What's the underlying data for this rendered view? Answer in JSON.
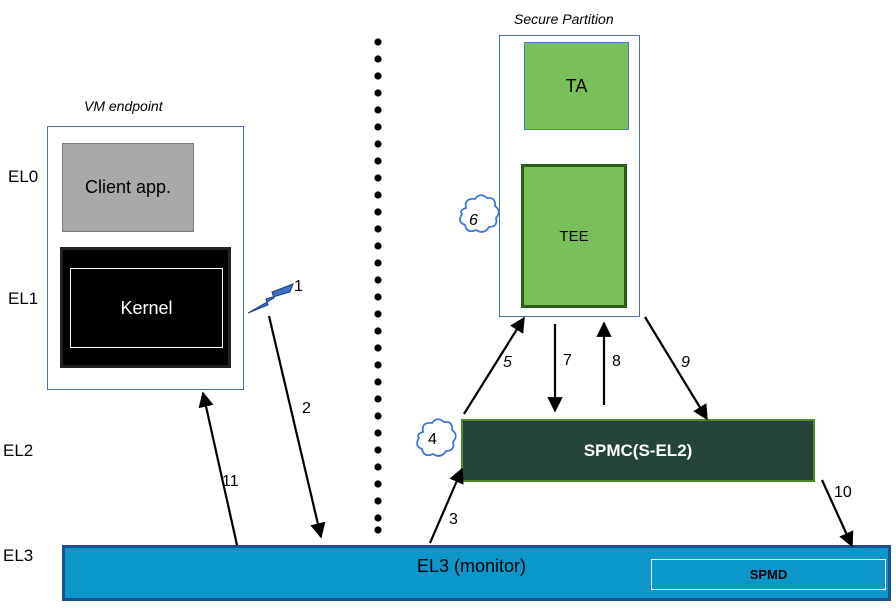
{
  "levels": {
    "el0": "EL0",
    "el1": "EL1",
    "el2": "EL2",
    "el3": "EL3"
  },
  "vm_endpoint": {
    "title": "VM endpoint",
    "client_app": "Client app.",
    "kernel": "Kernel"
  },
  "secure_partition": {
    "title": "Secure Partition",
    "ta": "TA",
    "tee": "TEE"
  },
  "spmc": {
    "label": "SPMC(S-EL2)"
  },
  "el3_monitor": {
    "label": "EL3 (monitor)",
    "spmd": "SPMD"
  },
  "steps": {
    "s1": "1",
    "s2": "2",
    "s3": "3",
    "s4": "4",
    "s5": "5",
    "s6": "6",
    "s7": "7",
    "s8": "8",
    "s9": "9",
    "s10": "10",
    "s11": "11"
  },
  "colors": {
    "vm_border": "#4a6fa5",
    "client_app_fill": "#a9a9a9",
    "kernel_fill": "#000000",
    "ta_fill": "#77c05a",
    "tee_fill": "#77c05a",
    "tee_border": "#2e5a1c",
    "spmc_fill": "#26433a",
    "el3_fill": "#0b97c9",
    "el3_border": "#1e4f8f",
    "cloud_stroke": "#3e77d6",
    "lightning_fill": "#3e6fc4"
  },
  "icons": {
    "interrupt": "lightning-bolt-icon",
    "processing": "cloud-icon"
  }
}
